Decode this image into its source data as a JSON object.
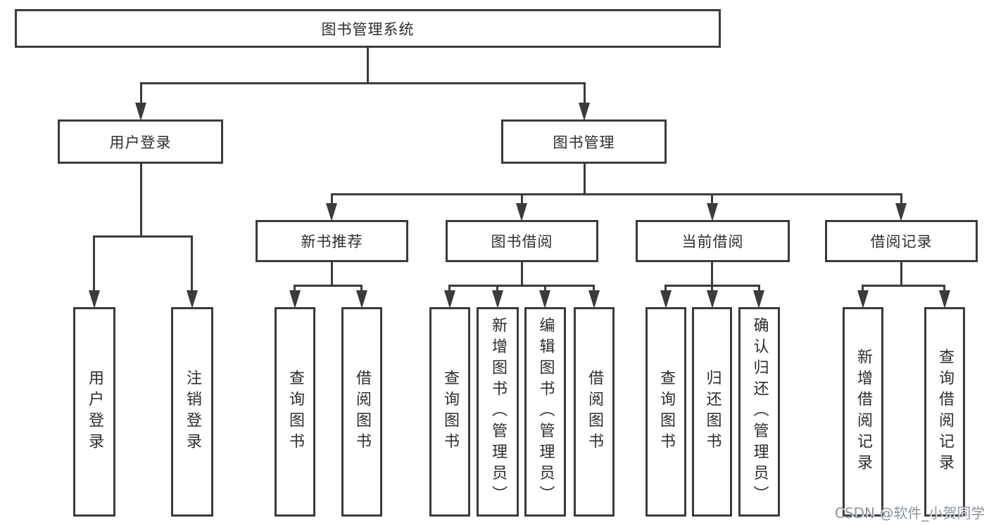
{
  "tree": {
    "label": "图书管理系统",
    "children": [
      {
        "label": "用户登录",
        "children": [
          {
            "label": "用户登录"
          },
          {
            "label": "注销登录"
          }
        ]
      },
      {
        "label": "图书管理",
        "children": [
          {
            "label": "新书推荐",
            "children": [
              {
                "label": "查询图书"
              },
              {
                "label": "借阅图书"
              }
            ]
          },
          {
            "label": "图书借阅",
            "children": [
              {
                "label": "查询图书"
              },
              {
                "label": "新增图书（管理员）"
              },
              {
                "label": "编辑图书（管理员）"
              },
              {
                "label": "借阅图书"
              }
            ]
          },
          {
            "label": "当前借阅",
            "children": [
              {
                "label": "查询图书"
              },
              {
                "label": "归还图书"
              },
              {
                "label": "确认归还（管理员）"
              }
            ]
          },
          {
            "label": "借阅记录",
            "children": [
              {
                "label": "新增借阅记录"
              },
              {
                "label": "查询借阅记录"
              }
            ]
          }
        ]
      }
    ]
  },
  "watermark": {
    "text": "CSDN @软件_小贺同学"
  },
  "colors": {
    "line": "#3b3b3b",
    "box_border": "#3b3b3b",
    "text": "#2d2d2d",
    "background": "#ffffff",
    "watermark": "#8d949e"
  }
}
